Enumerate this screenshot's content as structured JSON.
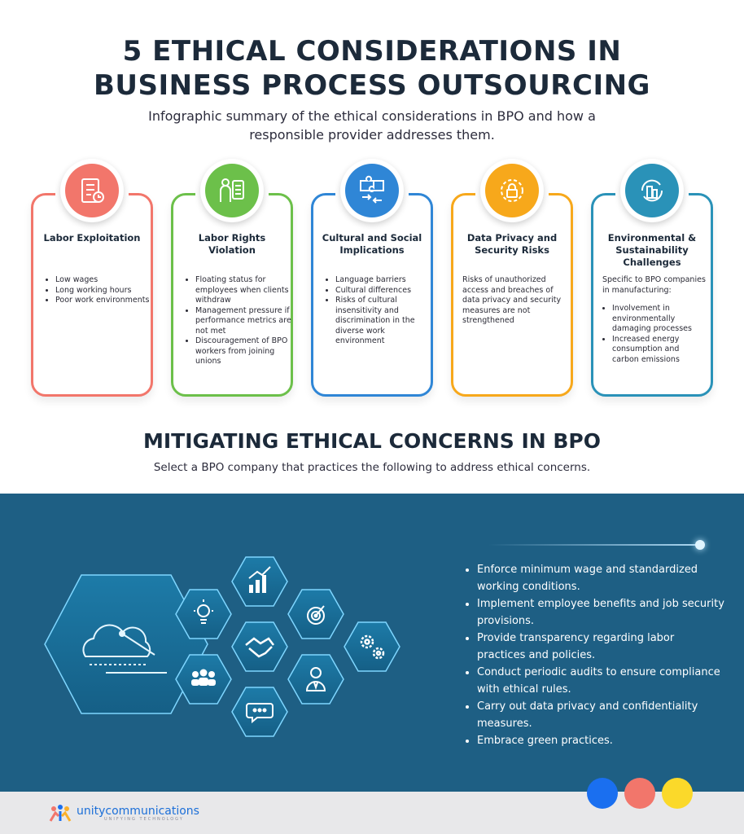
{
  "title_line1": "5 ETHICAL CONSIDERATIONS IN",
  "title_line2": "BUSINESS PROCESS OUTSOURCING",
  "subtitle": "Infographic summary of the ethical considerations in BPO and how a responsible provider addresses them.",
  "cards": [
    {
      "title": "Labor Exploitation",
      "color": "#f2766b",
      "icon": "checklist-clock-icon",
      "intro": "",
      "bullets": [
        "Low wages",
        "Long working hours",
        "Poor work environments"
      ],
      "text": ""
    },
    {
      "title": "Labor Rights Violation",
      "color": "#6cc04a",
      "icon": "worker-document-icon",
      "intro": "",
      "bullets": [
        "Floating status for employees when clients withdraw",
        "Management pressure if performance metrics are not met",
        "Discouragement of BPO workers from joining unions"
      ],
      "text": ""
    },
    {
      "title": "Cultural and Social Implications",
      "color": "#2f86d6",
      "icon": "puzzle-exchange-icon",
      "intro": "",
      "bullets": [
        "Language barriers",
        "Cultural differences",
        "Risks of cultural insensitivity and discrimination in the diverse work environment"
      ],
      "text": ""
    },
    {
      "title": "Data Privacy and Security Risks",
      "color": "#f7a81b",
      "icon": "lock-gear-icon",
      "intro": "",
      "bullets": [],
      "text": "Risks of unauthorized access and breaches of data privacy and security measures are not strengthened"
    },
    {
      "title": "Environmental & Sustainability Challenges",
      "color": "#2a92b8",
      "icon": "factory-recycle-icon",
      "intro": "Specific to BPO companies in manufacturing:",
      "bullets": [
        "Involvement in environmentally damaging processes",
        "Increased energy consumption and carbon emissions"
      ],
      "text": ""
    }
  ],
  "mitigating_title": "MITIGATING ETHICAL CONCERNS IN BPO",
  "mitigating_subtitle": "Select a BPO company that practices the following to address ethical concerns.",
  "mitigations": [
    "Enforce minimum wage and standardized working conditions.",
    "Implement employee benefits and job security provisions.",
    "Provide transparency regarding labor practices and policies.",
    "Conduct periodic audits to ensure compliance with ethical rules.",
    "Carry out data privacy and confidentiality measures.",
    "Embrace green practices."
  ],
  "hex_icons": [
    "cloud-icon",
    "lightbulb-icon",
    "bar-chart-icon",
    "handshake-icon",
    "target-icon",
    "gears-icon",
    "team-icon",
    "businessman-icon",
    "chat-bubble-icon"
  ],
  "logo": {
    "name": "unitycommunications",
    "tagline": "UNIFYING TECHNOLOGY"
  },
  "colors": {
    "navy": "#1c2a3a",
    "panel": "#1e5f84",
    "blue_dot": "#1a6ff0",
    "red_dot": "#f2766b",
    "yellow_dot": "#fbd92a"
  }
}
